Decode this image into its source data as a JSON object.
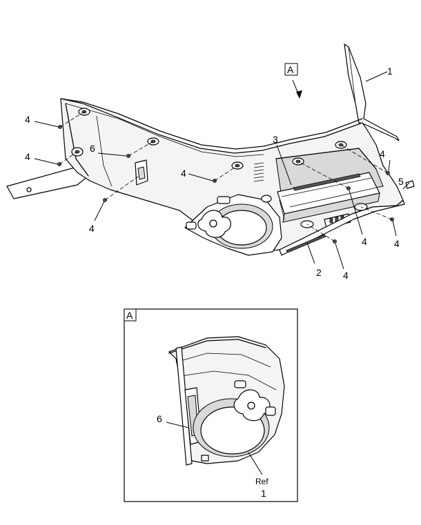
{
  "callouts": {
    "c1": "1",
    "c2": "2",
    "c3": "3",
    "c5": "5",
    "c6": "6",
    "c4": "4"
  },
  "view_label": "A",
  "detail": {
    "box_label": "A",
    "c6": "6",
    "ref_line1": "Ref",
    "ref_line2": "1"
  }
}
